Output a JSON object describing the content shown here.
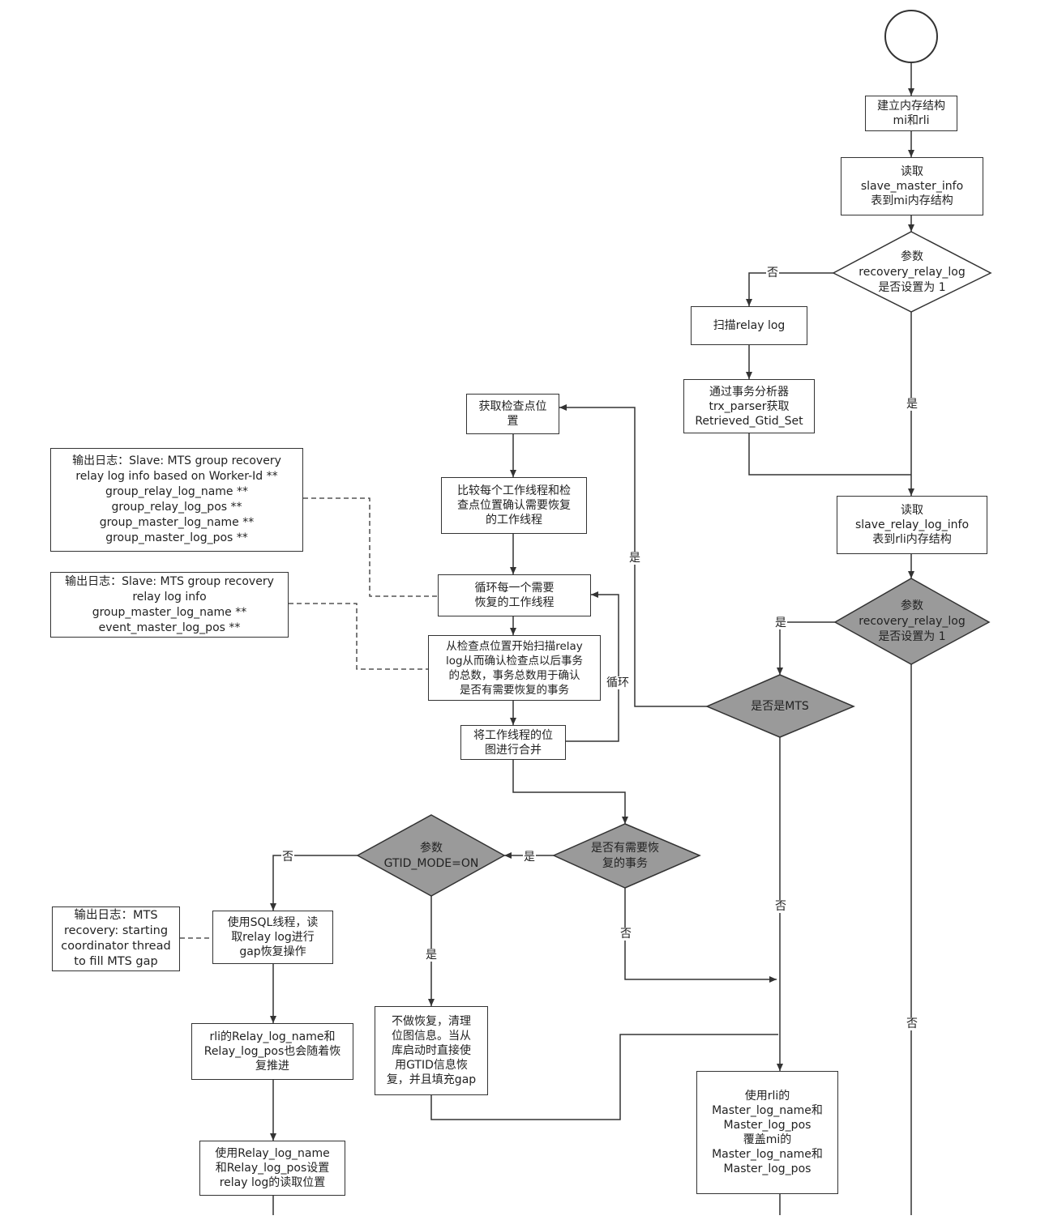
{
  "flow": {
    "build_mem": "建立内存结构\nmi和rli",
    "read_master_info": "读取\nslave_master_info\n表到mi内存结构",
    "decision_recovery_1": "参数\nrecovery_relay_log\n是否设置为 1",
    "scan_relay_log": "扫描relay log",
    "trx_parser": "通过事务分析器\ntrx_parser获取\nRetrieved_Gtid_Set",
    "read_relay_log_info": "读取\nslave_relay_log_info\n表到rli内存结构",
    "decision_recovery_2": "参数\nrecovery_relay_log\n是否设置为 1",
    "decision_is_mts": "是否是MTS",
    "get_checkpoint": "获取检查点位\n置",
    "compare_workers": "比较每个工作线程和检\n查点位置确认需要恢复\n的工作线程",
    "loop_workers": "循环每一个需要\n恢复的工作线程",
    "scan_from_checkpoint": "从检查点位置开始扫描relay\nlog从而确认检查点以后事务\n的总数，事务总数用于确认\n是否有需要恢复的事务",
    "merge_bitmap": "将工作线程的位\n图进行合并",
    "decision_need_recover": "是否有需要恢\n复的事务",
    "decision_gtid": "参数\nGTID_MODE=ON",
    "use_sql_thread": "使用SQL线程，读\n取relay log进行\ngap恢复操作",
    "no_recovery": "不做恢复，清理\n位图信息。当从\n库启动时直接使\n用GTID信息恢\n复，并且填充gap",
    "rli_advance": "rli的Relay_log_name和\nRelay_log_pos也会随着恢\n复推进",
    "set_read_pos": "使用Relay_log_name\n和Relay_log_pos设置\nrelay log的读取位置",
    "overwrite_mi": "使用rli的\nMaster_log_name和\nMaster_log_pos\n覆盖mi的\nMaster_log_name和\nMaster_log_pos"
  },
  "notes": {
    "log1": "输出日志：Slave: MTS group recovery\nrelay log info based on Worker-Id **\ngroup_relay_log_name **\ngroup_relay_log_pos **\ngroup_master_log_name **\ngroup_master_log_pos **",
    "log2": "输出日志：Slave: MTS group recovery\nrelay log info\ngroup_master_log_name **\nevent_master_log_pos **",
    "log3": "输出日志：MTS\nrecovery: starting\ncoordinator thread\nto fill MTS gap"
  },
  "labels": {
    "no_1": "否",
    "yes_1": "是",
    "yes_2": "是",
    "yes_mts": "是",
    "loop": "循环",
    "no_gtid": "否",
    "yes_need": "是",
    "yes_gtid": "是",
    "no_need": "否",
    "no_mts": "否",
    "no_2": "否"
  },
  "colors": {
    "decision_fill_dark": "#9a9a9a",
    "decision_fill_light": "#ffffff",
    "line": "#333333"
  }
}
